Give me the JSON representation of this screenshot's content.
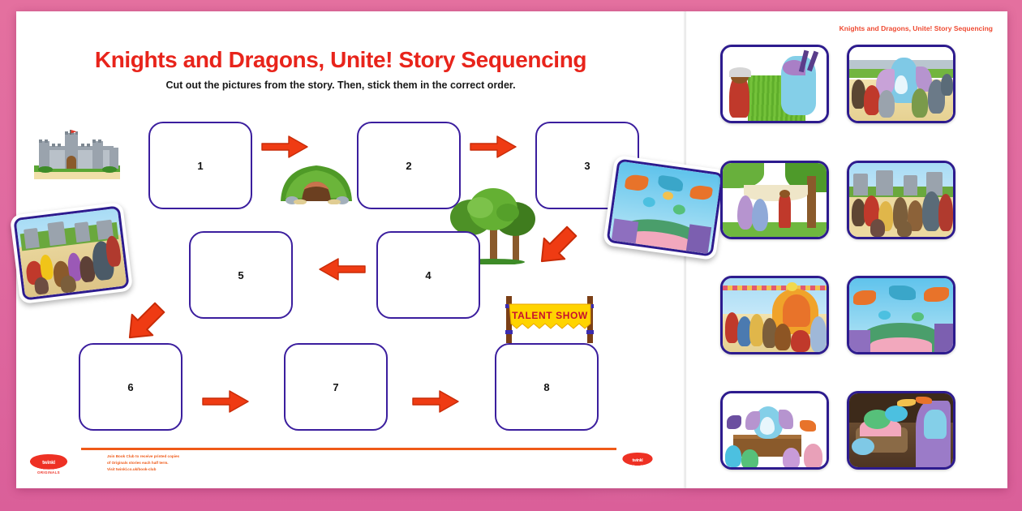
{
  "page": {
    "background_color": "#e06aa0",
    "sheet_color": "#ffffff"
  },
  "worksheet": {
    "title": "Knights and Dragons, Unite! Story Sequencing",
    "title_color": "#e8241b",
    "subtitle": "Cut out the pictures from the story. Then, stick them in the correct order.",
    "box_border_color": "#3b1e9e",
    "arrow_color": "#ef3b13",
    "boxes": [
      {
        "label": "1"
      },
      {
        "label": "2"
      },
      {
        "label": "3"
      },
      {
        "label": "4"
      },
      {
        "label": "5"
      },
      {
        "label": "6"
      },
      {
        "label": "7"
      },
      {
        "label": "8"
      }
    ],
    "decorations": [
      {
        "name": "castle-clipart"
      },
      {
        "name": "cave-hill-clipart"
      },
      {
        "name": "trees-clipart"
      },
      {
        "name": "talent-show-banner-clipart"
      }
    ],
    "banner_text": "TALENT SHOW",
    "banner_text_color": "#c8102e",
    "banner_background_color": "#ffd400"
  },
  "footer": {
    "accent_color": "#ef5a18",
    "line1_prefix": "Join ",
    "line1_bold": "Book Club",
    "line1_suffix": " to receive printed copies",
    "line2": "of Originals stories each half term.",
    "line3": "Visit twinkl.co.uk/book-club",
    "logo_word": "twinkl",
    "logo_sub": "ORIGINALS"
  },
  "cutouts_page": {
    "header": "Knights and Dragons, Unite! Story Sequencing",
    "header_color": "#ef4a32",
    "card_border_color": "#2d1b8e",
    "cards": [
      {
        "name": "card-knight-meets-blue-dragon",
        "caption": ""
      },
      {
        "name": "card-dragons-and-knights-crowd",
        "caption": ""
      },
      {
        "name": "card-dragons-hanging-banner",
        "caption": ""
      },
      {
        "name": "card-castle-crowd-gathering",
        "caption": ""
      },
      {
        "name": "card-talent-show-performance",
        "caption": ""
      },
      {
        "name": "card-flying-dragons-over-stage",
        "caption": ""
      },
      {
        "name": "card-blue-dragon-on-stage",
        "caption": ""
      },
      {
        "name": "card-dragons-in-cave",
        "caption": ""
      }
    ]
  },
  "floating_cutouts": [
    {
      "name": "floating-card-castle-crowd"
    },
    {
      "name": "floating-card-flying-dragons"
    }
  ]
}
